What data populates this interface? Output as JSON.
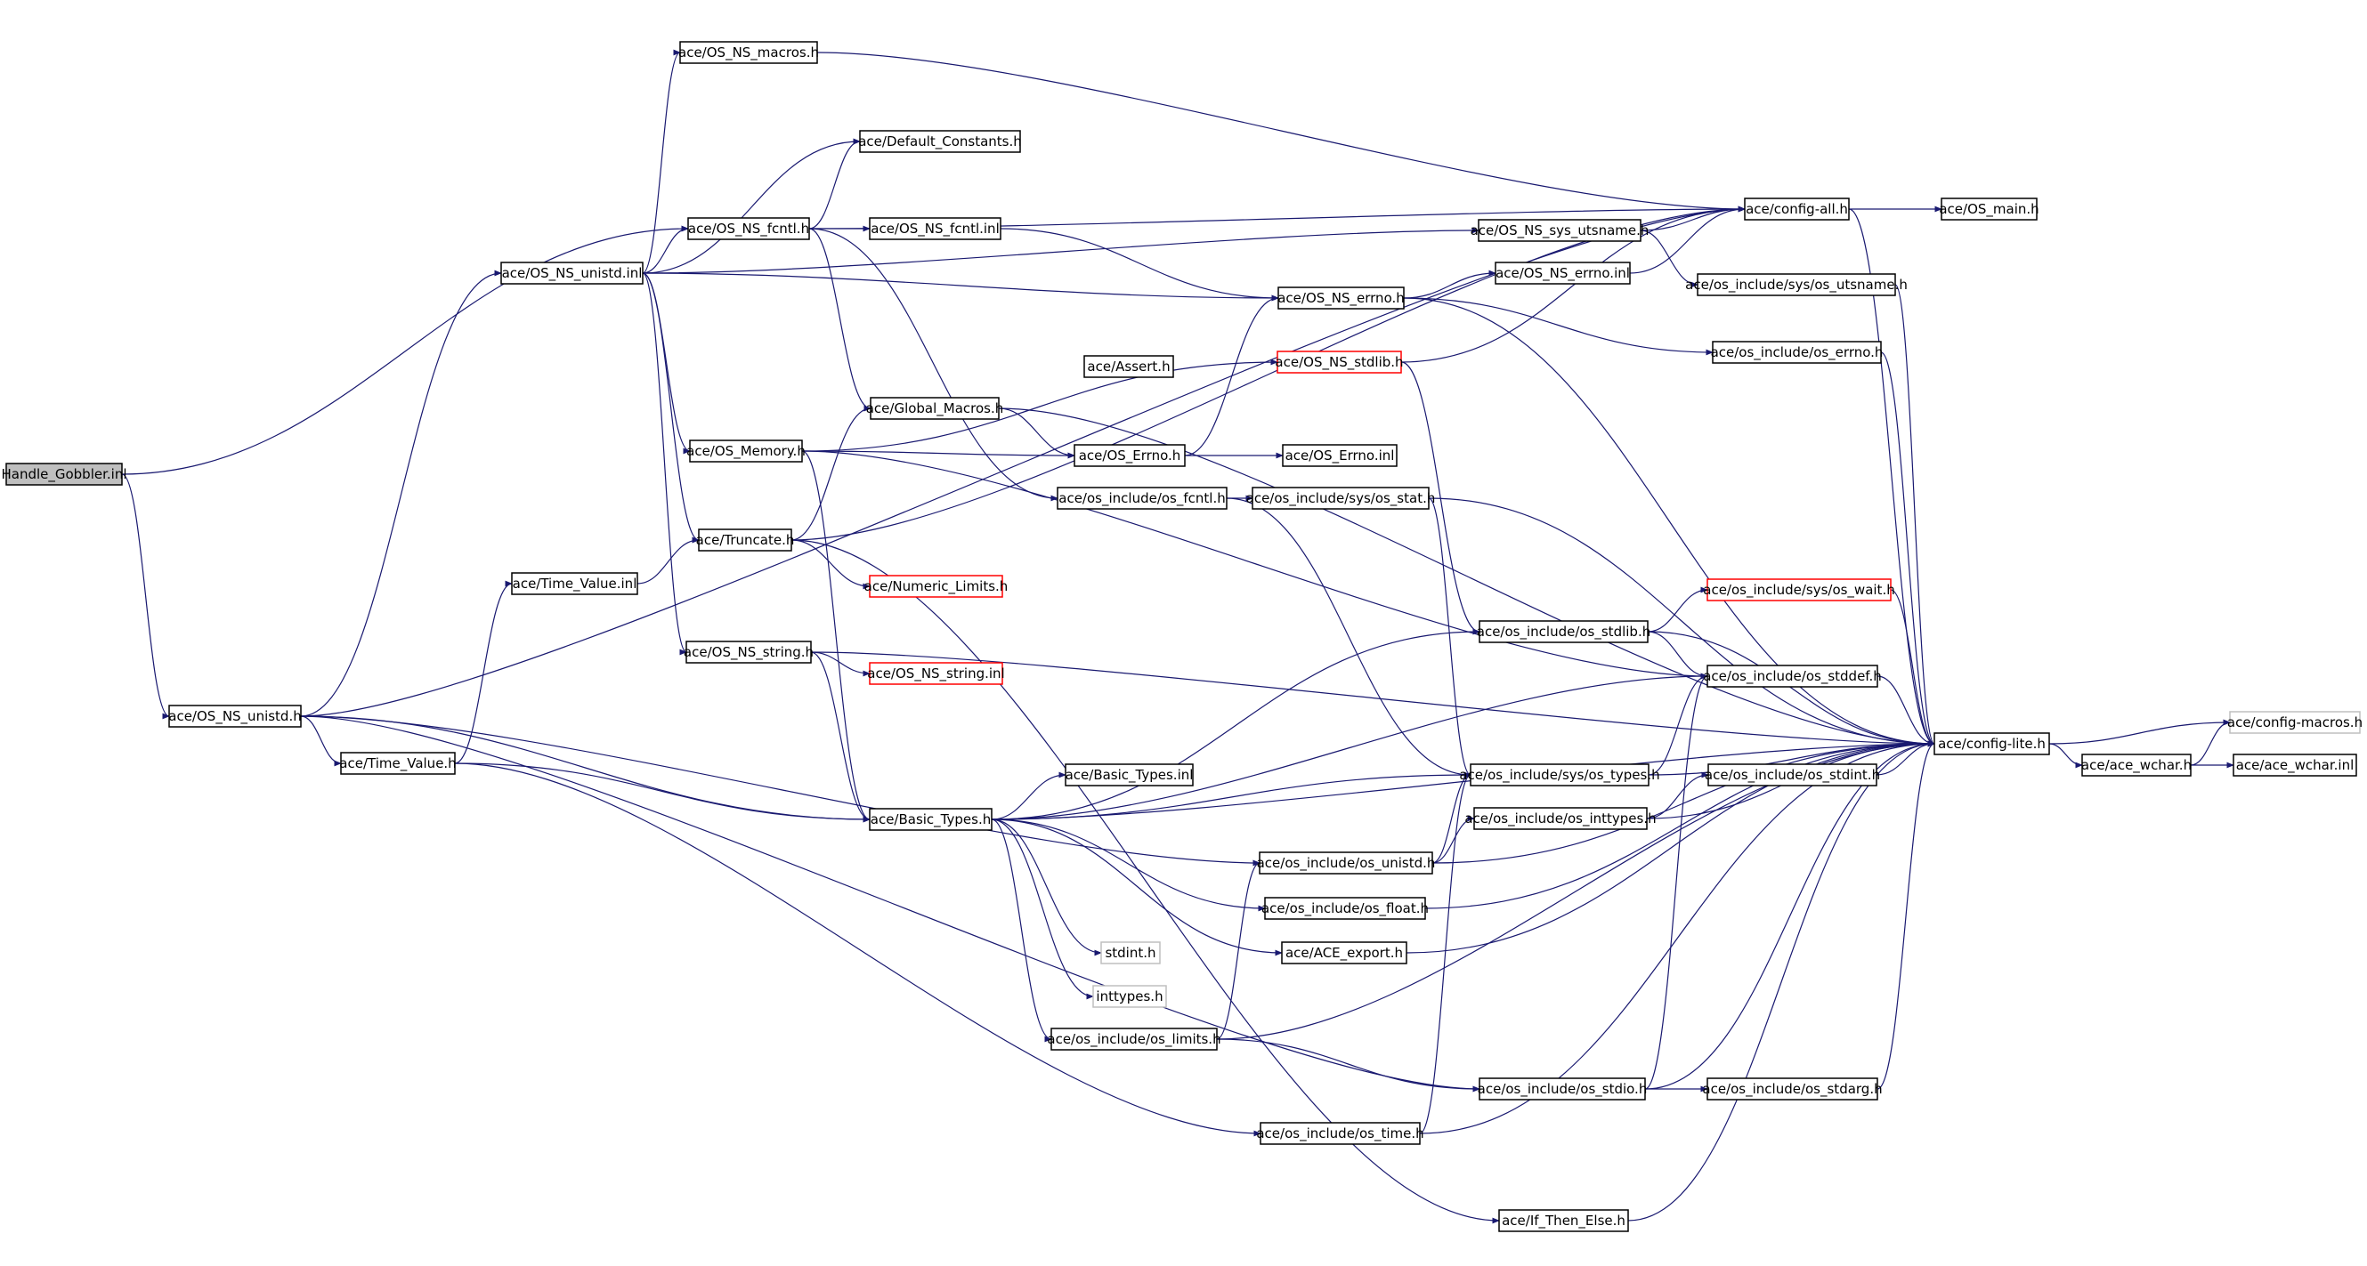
{
  "colors": {
    "edge": "#191970",
    "node_border": "#000000",
    "node_missing_border": "#ff0000",
    "node_external_border": "#bfbfbf",
    "root_fill": "#bfbfbf"
  },
  "nodes": [
    {
      "id": "handle_gobbler",
      "label": "Handle_Gobbler.inl",
      "style": "root"
    },
    {
      "id": "os_ns_unistd_h",
      "label": "ace/OS_NS_unistd.h",
      "style": "normal"
    },
    {
      "id": "os_ns_unistd_inl",
      "label": "ace/OS_NS_unistd.inl",
      "style": "normal"
    },
    {
      "id": "os_ns_macros",
      "label": "ace/OS_NS_macros.h",
      "style": "normal"
    },
    {
      "id": "default_constants",
      "label": "ace/Default_Constants.h",
      "style": "normal"
    },
    {
      "id": "os_ns_fcntl_h",
      "label": "ace/OS_NS_fcntl.h",
      "style": "normal"
    },
    {
      "id": "os_ns_fcntl_inl",
      "label": "ace/OS_NS_fcntl.inl",
      "style": "normal"
    },
    {
      "id": "config_all",
      "label": "ace/config-all.h",
      "style": "normal"
    },
    {
      "id": "os_main",
      "label": "ace/OS_main.h",
      "style": "normal"
    },
    {
      "id": "os_ns_sys_utsname",
      "label": "ace/OS_NS_sys_utsname.h",
      "style": "normal"
    },
    {
      "id": "os_include_sys_utsname",
      "label": "ace/os_include/sys/os_utsname.h",
      "style": "normal"
    },
    {
      "id": "os_ns_errno_h",
      "label": "ace/OS_NS_errno.h",
      "style": "normal"
    },
    {
      "id": "os_ns_errno_inl",
      "label": "ace/OS_NS_errno.inl",
      "style": "normal"
    },
    {
      "id": "os_ns_stdlib",
      "label": "ace/OS_NS_stdlib.h",
      "style": "missing"
    },
    {
      "id": "os_include_errno",
      "label": "ace/os_include/os_errno.h",
      "style": "normal"
    },
    {
      "id": "assert_h",
      "label": "ace/Assert.h",
      "style": "normal"
    },
    {
      "id": "global_macros",
      "label": "ace/Global_Macros.h",
      "style": "normal"
    },
    {
      "id": "os_memory",
      "label": "ace/OS_Memory.h",
      "style": "normal"
    },
    {
      "id": "os_errno_h",
      "label": "ace/OS_Errno.h",
      "style": "normal"
    },
    {
      "id": "os_errno_inl",
      "label": "ace/OS_Errno.inl",
      "style": "normal"
    },
    {
      "id": "os_include_fcntl",
      "label": "ace/os_include/os_fcntl.h",
      "style": "normal"
    },
    {
      "id": "os_include_sys_stat",
      "label": "ace/os_include/sys/os_stat.h",
      "style": "normal"
    },
    {
      "id": "truncate",
      "label": "ace/Truncate.h",
      "style": "normal"
    },
    {
      "id": "time_value_inl",
      "label": "ace/Time_Value.inl",
      "style": "normal"
    },
    {
      "id": "numeric_limits",
      "label": "ace/Numeric_Limits.h",
      "style": "missing"
    },
    {
      "id": "os_include_sys_wait",
      "label": "ace/os_include/sys/os_wait.h",
      "style": "missing"
    },
    {
      "id": "os_include_stdlib",
      "label": "ace/os_include/os_stdlib.h",
      "style": "normal"
    },
    {
      "id": "os_ns_string_h",
      "label": "ace/OS_NS_string.h",
      "style": "normal"
    },
    {
      "id": "os_ns_string_inl",
      "label": "ace/OS_NS_string.inl",
      "style": "missing"
    },
    {
      "id": "os_include_stddef",
      "label": "ace/os_include/os_stddef.h",
      "style": "normal"
    },
    {
      "id": "config_macros",
      "label": "ace/config-macros.h",
      "style": "external"
    },
    {
      "id": "config_lite",
      "label": "ace/config-lite.h",
      "style": "normal"
    },
    {
      "id": "ace_wchar_h",
      "label": "ace/ace_wchar.h",
      "style": "normal"
    },
    {
      "id": "ace_wchar_inl",
      "label": "ace/ace_wchar.inl",
      "style": "normal"
    },
    {
      "id": "time_value_h",
      "label": "ace/Time_Value.h",
      "style": "normal"
    },
    {
      "id": "basic_types_inl",
      "label": "ace/Basic_Types.inl",
      "style": "normal"
    },
    {
      "id": "os_include_sys_types",
      "label": "ace/os_include/sys/os_types.h",
      "style": "normal"
    },
    {
      "id": "os_include_stdint",
      "label": "ace/os_include/os_stdint.h",
      "style": "normal"
    },
    {
      "id": "basic_types_h",
      "label": "ace/Basic_Types.h",
      "style": "normal"
    },
    {
      "id": "os_include_inttypes",
      "label": "ace/os_include/os_inttypes.h",
      "style": "normal"
    },
    {
      "id": "os_include_unistd",
      "label": "ace/os_include/os_unistd.h",
      "style": "normal"
    },
    {
      "id": "os_include_float",
      "label": "ace/os_include/os_float.h",
      "style": "normal"
    },
    {
      "id": "stdint_h",
      "label": "stdint.h",
      "style": "external"
    },
    {
      "id": "ace_export",
      "label": "ace/ACE_export.h",
      "style": "normal"
    },
    {
      "id": "inttypes_h",
      "label": "inttypes.h",
      "style": "external"
    },
    {
      "id": "os_include_limits",
      "label": "ace/os_include/os_limits.h",
      "style": "normal"
    },
    {
      "id": "os_include_stdio",
      "label": "ace/os_include/os_stdio.h",
      "style": "normal"
    },
    {
      "id": "os_include_stdarg",
      "label": "ace/os_include/os_stdarg.h",
      "style": "normal"
    },
    {
      "id": "os_include_time",
      "label": "ace/os_include/os_time.h",
      "style": "normal"
    },
    {
      "id": "if_then_else",
      "label": "ace/If_Then_Else.h",
      "style": "normal"
    }
  ],
  "edges": [
    [
      "handle_gobbler",
      "os_ns_fcntl_h"
    ],
    [
      "handle_gobbler",
      "os_ns_unistd_h"
    ],
    [
      "os_ns_unistd_h",
      "config_all"
    ],
    [
      "os_ns_unistd_h",
      "os_ns_unistd_inl"
    ],
    [
      "os_ns_unistd_h",
      "time_value_h"
    ],
    [
      "os_ns_unistd_h",
      "basic_types_h"
    ],
    [
      "os_ns_unistd_h",
      "os_include_unistd"
    ],
    [
      "os_ns_unistd_h",
      "os_include_stdio"
    ],
    [
      "os_ns_unistd_inl",
      "os_ns_macros"
    ],
    [
      "os_ns_unistd_inl",
      "default_constants"
    ],
    [
      "os_ns_unistd_inl",
      "os_ns_fcntl_h"
    ],
    [
      "os_ns_unistd_inl",
      "os_ns_sys_utsname"
    ],
    [
      "os_ns_unistd_inl",
      "os_ns_errno_h"
    ],
    [
      "os_ns_unistd_inl",
      "os_memory"
    ],
    [
      "os_ns_unistd_inl",
      "truncate"
    ],
    [
      "os_ns_unistd_inl",
      "os_ns_string_h"
    ],
    [
      "os_ns_macros",
      "config_all"
    ],
    [
      "os_ns_fcntl_h",
      "default_constants"
    ],
    [
      "os_ns_fcntl_h",
      "config_all"
    ],
    [
      "os_ns_fcntl_h",
      "os_ns_fcntl_inl"
    ],
    [
      "os_ns_fcntl_h",
      "global_macros"
    ],
    [
      "os_ns_fcntl_h",
      "os_include_fcntl"
    ],
    [
      "os_ns_fcntl_inl",
      "os_ns_errno_h"
    ],
    [
      "config_all",
      "os_main"
    ],
    [
      "config_all",
      "config_lite"
    ],
    [
      "os_ns_sys_utsname",
      "config_all"
    ],
    [
      "os_ns_sys_utsname",
      "os_include_sys_utsname"
    ],
    [
      "os_ns_errno_h",
      "os_ns_errno_inl"
    ],
    [
      "os_ns_errno_h",
      "os_include_errno"
    ],
    [
      "os_ns_errno_h",
      "config_lite"
    ],
    [
      "os_ns_errno_inl",
      "config_all"
    ],
    [
      "os_ns_stdlib",
      "config_all"
    ],
    [
      "os_ns_stdlib",
      "os_include_stdlib"
    ],
    [
      "os_include_errno",
      "config_lite"
    ],
    [
      "os_include_sys_utsname",
      "config_lite"
    ],
    [
      "global_macros",
      "os_errno_h"
    ],
    [
      "global_macros",
      "config_lite"
    ],
    [
      "os_memory",
      "os_ns_stdlib"
    ],
    [
      "os_memory",
      "os_errno_h"
    ],
    [
      "os_memory",
      "basic_types_h"
    ],
    [
      "os_memory",
      "os_include_stddef"
    ],
    [
      "os_errno_h",
      "os_errno_inl"
    ],
    [
      "os_errno_h",
      "os_ns_errno_h"
    ],
    [
      "os_include_fcntl",
      "os_include_sys_stat"
    ],
    [
      "os_include_fcntl",
      "os_include_sys_types"
    ],
    [
      "os_include_sys_stat",
      "config_lite"
    ],
    [
      "os_include_sys_stat",
      "os_include_sys_types"
    ],
    [
      "truncate",
      "global_macros"
    ],
    [
      "truncate",
      "numeric_limits"
    ],
    [
      "truncate",
      "config_all"
    ],
    [
      "truncate",
      "if_then_else"
    ],
    [
      "time_value_inl",
      "truncate"
    ],
    [
      "os_ns_string_h",
      "os_ns_string_inl"
    ],
    [
      "os_ns_string_h",
      "basic_types_h"
    ],
    [
      "os_ns_string_h",
      "config_lite"
    ],
    [
      "os_include_stdlib",
      "os_include_sys_wait"
    ],
    [
      "os_include_stdlib",
      "os_include_stddef"
    ],
    [
      "os_include_stdlib",
      "config_lite"
    ],
    [
      "os_include_sys_wait",
      "config_lite"
    ],
    [
      "os_include_stddef",
      "config_lite"
    ],
    [
      "config_lite",
      "config_macros"
    ],
    [
      "config_lite",
      "ace_wchar_h"
    ],
    [
      "ace_wchar_h",
      "config_macros"
    ],
    [
      "ace_wchar_h",
      "ace_wchar_inl"
    ],
    [
      "time_value_h",
      "time_value_inl"
    ],
    [
      "time_value_h",
      "basic_types_h"
    ],
    [
      "time_value_h",
      "os_include_time"
    ],
    [
      "basic_types_h",
      "basic_types_inl"
    ],
    [
      "basic_types_h",
      "os_include_sys_types"
    ],
    [
      "basic_types_h",
      "os_include_float"
    ],
    [
      "basic_types_h",
      "ace_export"
    ],
    [
      "basic_types_h",
      "stdint_h"
    ],
    [
      "basic_types_h",
      "inttypes_h"
    ],
    [
      "basic_types_h",
      "os_include_limits"
    ],
    [
      "basic_types_h",
      "os_include_stdlib"
    ],
    [
      "basic_types_h",
      "os_include_stddef"
    ],
    [
      "basic_types_h",
      "config_lite"
    ],
    [
      "os_include_sys_types",
      "os_include_stddef"
    ],
    [
      "os_include_sys_types",
      "config_lite"
    ],
    [
      "os_include_stdint",
      "config_lite"
    ],
    [
      "os_include_inttypes",
      "os_include_stdint"
    ],
    [
      "os_include_inttypes",
      "config_lite"
    ],
    [
      "os_include_unistd",
      "os_include_sys_types"
    ],
    [
      "os_include_unistd",
      "os_include_inttypes"
    ],
    [
      "os_include_unistd",
      "config_lite"
    ],
    [
      "os_include_float",
      "config_lite"
    ],
    [
      "ace_export",
      "config_lite"
    ],
    [
      "os_include_limits",
      "os_include_unistd"
    ],
    [
      "os_include_limits",
      "os_include_stdio"
    ],
    [
      "os_include_limits",
      "config_lite"
    ],
    [
      "os_include_stdio",
      "os_include_stdarg"
    ],
    [
      "os_include_stdio",
      "os_include_stddef"
    ],
    [
      "os_include_stdio",
      "config_lite"
    ],
    [
      "os_include_stdarg",
      "config_lite"
    ],
    [
      "os_include_time",
      "os_include_sys_types"
    ],
    [
      "os_include_time",
      "config_lite"
    ],
    [
      "if_then_else",
      "config_lite"
    ]
  ]
}
